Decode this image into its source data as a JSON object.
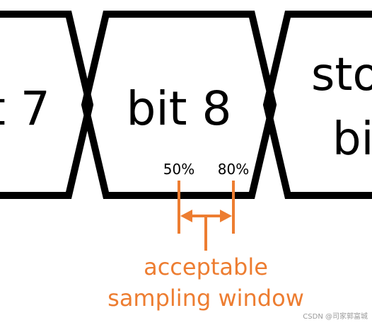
{
  "diagram": {
    "bits": [
      {
        "label": "t 7"
      },
      {
        "label": "bit 8"
      },
      {
        "label_line1": "sto",
        "label_line2": "bi"
      }
    ],
    "markers": {
      "left_label": "50%",
      "right_label": "80%"
    },
    "window_caption": {
      "line1": "acceptable",
      "line2": "sampling window"
    },
    "colors": {
      "outline": "#000000",
      "accent": "#ed7d31",
      "background": "#ffffff"
    }
  },
  "watermark": "CSDN @司家郭富城"
}
